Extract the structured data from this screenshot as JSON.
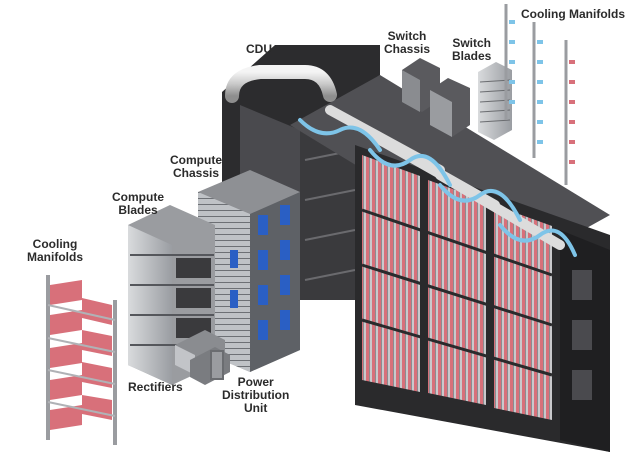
{
  "labels": {
    "cdu": "CDU",
    "switch_chassis": [
      "Switch",
      "Chassis"
    ],
    "switch_blades": [
      "Switch",
      "Blades"
    ],
    "cooling_manifolds_top": "Cooling Manifolds",
    "compute_chassis": [
      "Compute",
      "Chassis"
    ],
    "compute_blades": [
      "Compute",
      "Blades"
    ],
    "cooling_manifolds_left": [
      "Cooling",
      "Manifolds"
    ],
    "rectifiers": "Rectifiers",
    "power_distribution_unit": [
      "Power",
      "Distribution",
      "Unit"
    ]
  },
  "colors": {
    "cabinet_dark": "#2a2a2c",
    "cabinet_mid": "#3d3d40",
    "blade_silver": "#b9bcc0",
    "coolant_blue": "#7ec4e8",
    "coolant_red": "#d8707a",
    "chassis_blue": "#2a5fc4"
  }
}
